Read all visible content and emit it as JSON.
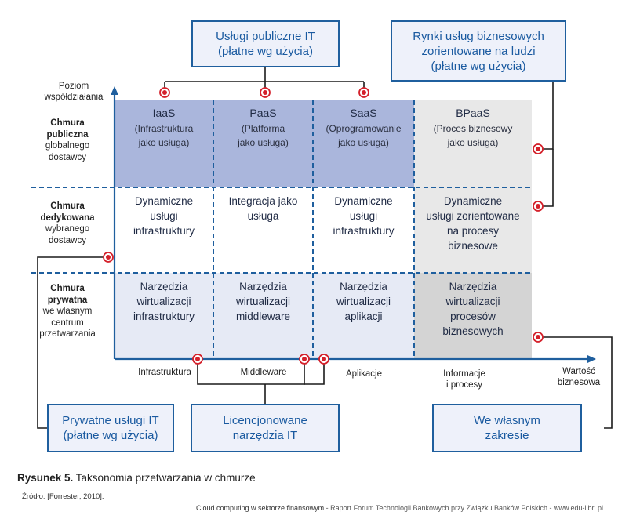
{
  "axes": {
    "y_label_line1": "Poziom",
    "y_label_line2": "współdziałania",
    "x_label_line1": "Wartość",
    "x_label_line2": "biznesowa",
    "x_ticks": [
      "Infrastruktura",
      "Middleware",
      "Aplikacje"
    ],
    "x_tick_info_line1": "Informacje",
    "x_tick_info_line2": "i procesy"
  },
  "rows": [
    {
      "line1": "Chmura",
      "line2": "publiczna",
      "line3": "globalnego",
      "line4": "dostawcy"
    },
    {
      "line1": "Chmura",
      "line2": "dedykowana",
      "line3": "wybranego",
      "line4": "dostawcy"
    },
    {
      "line1": "Chmura",
      "line2": "prywatna",
      "line3": "we własnym",
      "line4": "centrum",
      "line5": "przetwarzania"
    }
  ],
  "grid": {
    "public": [
      {
        "main": "IaaS",
        "sub1": "(Infrastruktura",
        "sub2": "jako usługa)"
      },
      {
        "main": "PaaS",
        "sub1": "(Platforma",
        "sub2": "jako usługa)"
      },
      {
        "main": "SaaS",
        "sub1": "(Oprogramowanie",
        "sub2": "jako usługa)"
      },
      {
        "main": "BPaaS",
        "sub1": "(Proces biznesowy",
        "sub2": "jako usługa)"
      }
    ],
    "dedicated": [
      {
        "l1": "Dynamiczne",
        "l2": "usługi",
        "l3": "infrastruktury"
      },
      {
        "l1": "Integracja jako",
        "l2": "usługa",
        "l3": ""
      },
      {
        "l1": "Dynamiczne",
        "l2": "usługi",
        "l3": "infrastruktury"
      },
      {
        "l1": "Dynamiczne",
        "l2": "usługi zorientowane",
        "l3": "na procesy",
        "l4": "biznesowe"
      }
    ],
    "private": [
      {
        "l1": "Narzędzia",
        "l2": "wirtualizacji",
        "l3": "infrastruktury"
      },
      {
        "l1": "Narzędzia",
        "l2": "wirtualizacji",
        "l3": "middleware"
      },
      {
        "l1": "Narzędzia",
        "l2": "wirtualizacji",
        "l3": "aplikacji"
      },
      {
        "l1": "Narzędzia",
        "l2": "wirtualizacji",
        "l3": "procesów",
        "l4": "biznesowych"
      }
    ]
  },
  "boxes": {
    "public_it": {
      "l1": "Usługi publiczne IT",
      "l2": "(płatne wg użycia)"
    },
    "markets": {
      "l1": "Rynki usług biznesowych",
      "l2": "zorientowane na ludzi",
      "l3": "(płatne wg użycia)"
    },
    "private_it": {
      "l1": "Prywatne usługi IT",
      "l2": "(płatne wg użycia)"
    },
    "licensed": {
      "l1": "Licencjonowane",
      "l2": "narzędzia IT"
    },
    "own": {
      "l1": "We własnym",
      "l2": "zakresie"
    }
  },
  "caption": {
    "label": "Rysunek 5.",
    "text": " Taksonomia przetwarzania w chmurze"
  },
  "source": "Źródło: [Forrester, 2010].",
  "footer": {
    "bold": "Cloud computing w sektorze finansowym",
    "rest": " - Raport Forum Technologii Bankowych przy Związku Banków Polskich - www.edu-libri.pl"
  },
  "colors": {
    "cloud_blue": "#aab6dc",
    "light_blue": "#e6eaf5",
    "light_gray": "#e8e8e8",
    "mid_gray": "#d4d4d4",
    "accent": "#1f5f9e",
    "marker_red": "#d4202a"
  }
}
